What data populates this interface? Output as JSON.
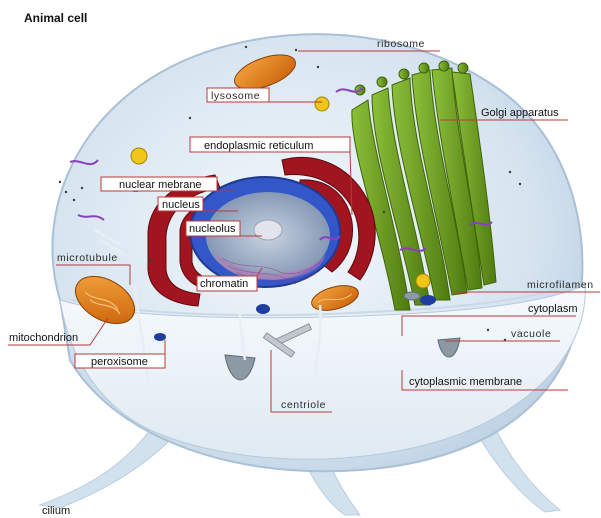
{
  "title": "Animal cell",
  "labels": {
    "ribosome": "ribosome",
    "lysosome": "lysosome",
    "golgi": "Golgi apparatus",
    "er": "endoplasmic reticulum",
    "nuclear_membrane": "nuclear mebrane",
    "nucleus": "nucleus",
    "nucleolus": "nucleolus",
    "microtubule": "microtubule",
    "chromatin": "chromatin",
    "microfilament": "microfilamen",
    "cytoplasm": "cytoplasm",
    "mitochondrion": "mitochondrion",
    "vacuole": "vacuole",
    "peroxisome": "peroxisome",
    "cytoplasmic_membrane": "cytoplasmic membrane",
    "centriole": "centriole",
    "cilium": "cilium"
  },
  "colors": {
    "leader": "#b83a3a",
    "cell_fill": "#dbe8f3",
    "cytoplasm_floor": "#eef4fa",
    "golgi": "#6f9a1e",
    "er": "#a0151f",
    "nucleus_rim": "#3357c9",
    "nucleus_inner": "#9fb0c8",
    "mitochondrion": "#e07a12",
    "lysosome": "#f0c61a",
    "peroxisome": "#1d3ea0"
  }
}
